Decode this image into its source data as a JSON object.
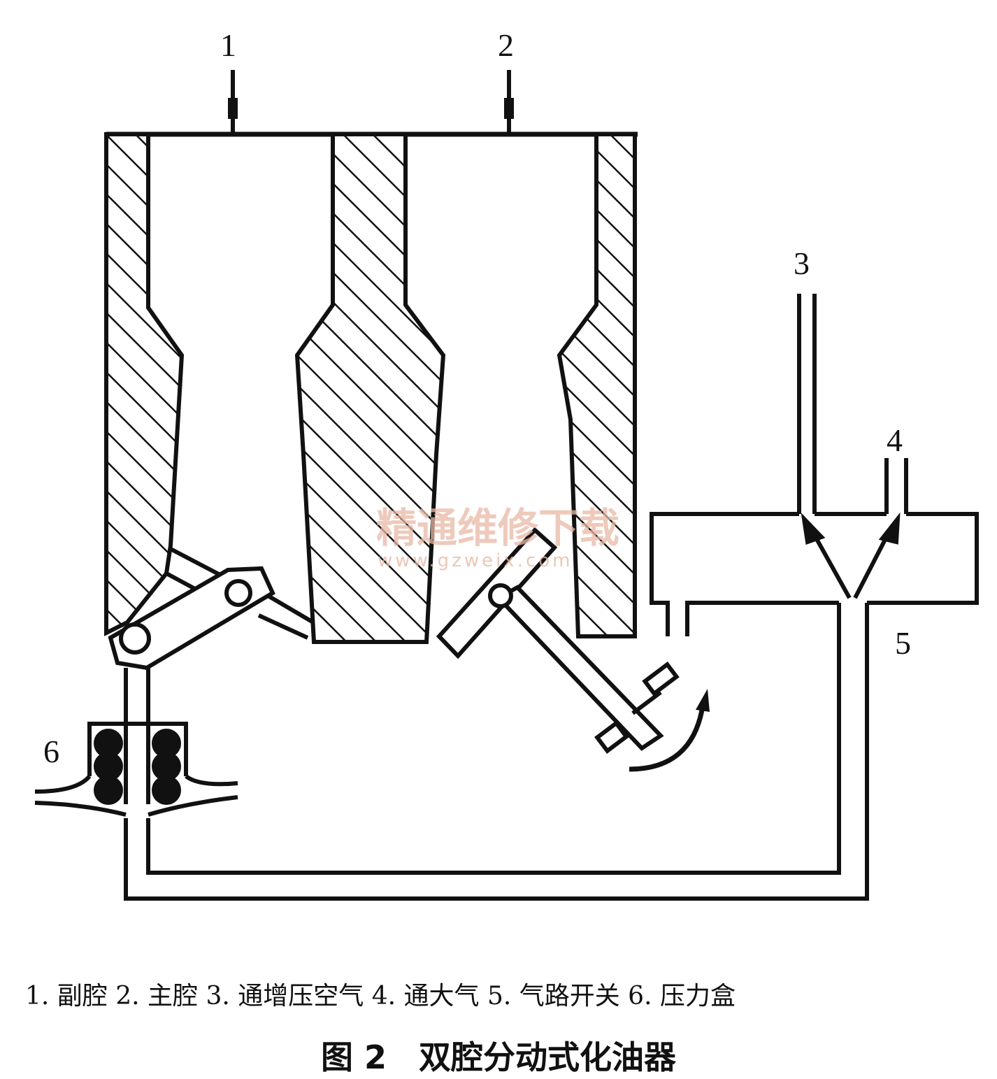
{
  "labels": {
    "l1": "1",
    "l2": "2",
    "l3": "3",
    "l4": "4",
    "l5": "5",
    "l6": "6"
  },
  "watermark": {
    "text": "精通维修下载",
    "url": "www.gzweix.com"
  },
  "legend": "1. 副腔 2. 主腔 3. 通增压空气 4. 通大气 5. 气路开关 6. 压力盒",
  "caption": {
    "fig": "图 2",
    "title": "双腔分动式化油器"
  }
}
